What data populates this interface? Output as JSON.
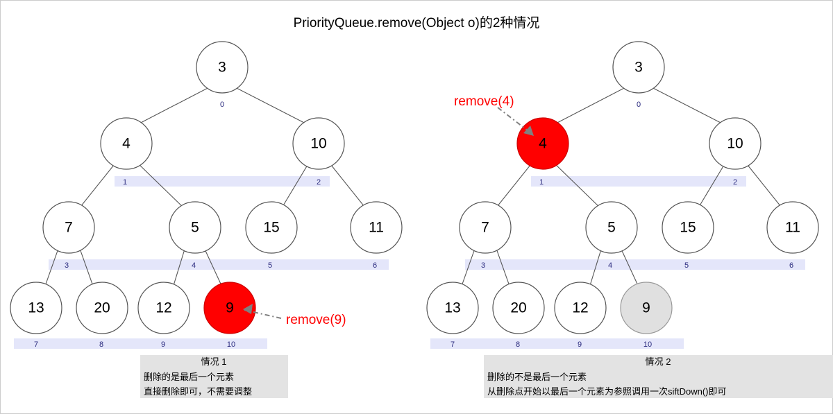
{
  "title": "PriorityQueue.remove(Object o)的2种情况",
  "colors": {
    "highlight_red": "#ff0000",
    "grey_node": "#e0e0e0",
    "index_blue": "#2b2b7f",
    "band": "#e4e6fa",
    "caption_bg": "#e3e3e3",
    "node_stroke": "#555555"
  },
  "trees": [
    {
      "id": "left",
      "nodes": [
        {
          "value": "3",
          "index": "0",
          "style": "normal"
        },
        {
          "value": "4",
          "index": "1",
          "style": "normal"
        },
        {
          "value": "10",
          "index": "2",
          "style": "normal"
        },
        {
          "value": "7",
          "index": "3",
          "style": "normal"
        },
        {
          "value": "5",
          "index": "4",
          "style": "normal"
        },
        {
          "value": "15",
          "index": "5",
          "style": "normal"
        },
        {
          "value": "11",
          "index": "6",
          "style": "normal"
        },
        {
          "value": "13",
          "index": "7",
          "style": "normal"
        },
        {
          "value": "20",
          "index": "8",
          "style": "normal"
        },
        {
          "value": "12",
          "index": "9",
          "style": "normal"
        },
        {
          "value": "9",
          "index": "10",
          "style": "red"
        }
      ],
      "callout": "remove(9)",
      "caption": {
        "heading": "情况 1",
        "lines": [
          "删除的是最后一个元素",
          "直接删除即可，不需要调整"
        ]
      }
    },
    {
      "id": "right",
      "nodes": [
        {
          "value": "3",
          "index": "0",
          "style": "normal"
        },
        {
          "value": "4",
          "index": "1",
          "style": "red"
        },
        {
          "value": "10",
          "index": "2",
          "style": "normal"
        },
        {
          "value": "7",
          "index": "3",
          "style": "normal"
        },
        {
          "value": "5",
          "index": "4",
          "style": "normal"
        },
        {
          "value": "15",
          "index": "5",
          "style": "normal"
        },
        {
          "value": "11",
          "index": "6",
          "style": "normal"
        },
        {
          "value": "13",
          "index": "7",
          "style": "normal"
        },
        {
          "value": "20",
          "index": "8",
          "style": "normal"
        },
        {
          "value": "12",
          "index": "9",
          "style": "normal"
        },
        {
          "value": "9",
          "index": "10",
          "style": "grey"
        }
      ],
      "callout": "remove(4)",
      "caption": {
        "heading": "情况 2",
        "lines": [
          "删除的不是最后一个元素",
          "从删除点开始以最后一个元素为参照调用一次siftDown()即可"
        ]
      }
    }
  ]
}
